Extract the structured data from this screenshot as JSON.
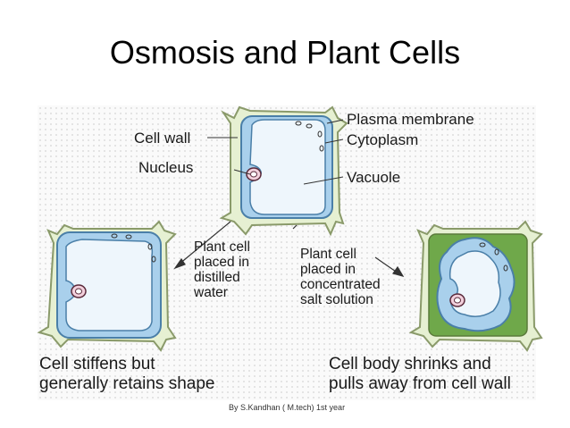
{
  "title": "Osmosis and Plant Cells",
  "labels": {
    "cell_wall": "Cell wall",
    "nucleus": "Nucleus",
    "plasma_membrane": "Plasma membrane",
    "cytoplasm": "Cytoplasm",
    "vacuole": "Vacuole"
  },
  "conditions": {
    "left": [
      "Plant cell",
      "placed in",
      "distilled",
      "water"
    ],
    "right": [
      "Plant cell",
      "placed in",
      "concentrated",
      "salt solution"
    ]
  },
  "outcomes": {
    "left": [
      "Cell stiffens but",
      "generally retains shape"
    ],
    "right": [
      "Cell body shrinks and",
      "pulls away from cell wall"
    ]
  },
  "credit": "By S.Kandhan ( M.tech)  1st  year",
  "colors": {
    "cell_wall_fill": "#e6f0d2",
    "cell_wall_stroke": "#8a9a6a",
    "cytoplasm": "#a9d0ec",
    "vacuole": "#eef6fc",
    "nucleus": "#f2d0dc",
    "plasmolyzed_space": "#6fa84a"
  }
}
